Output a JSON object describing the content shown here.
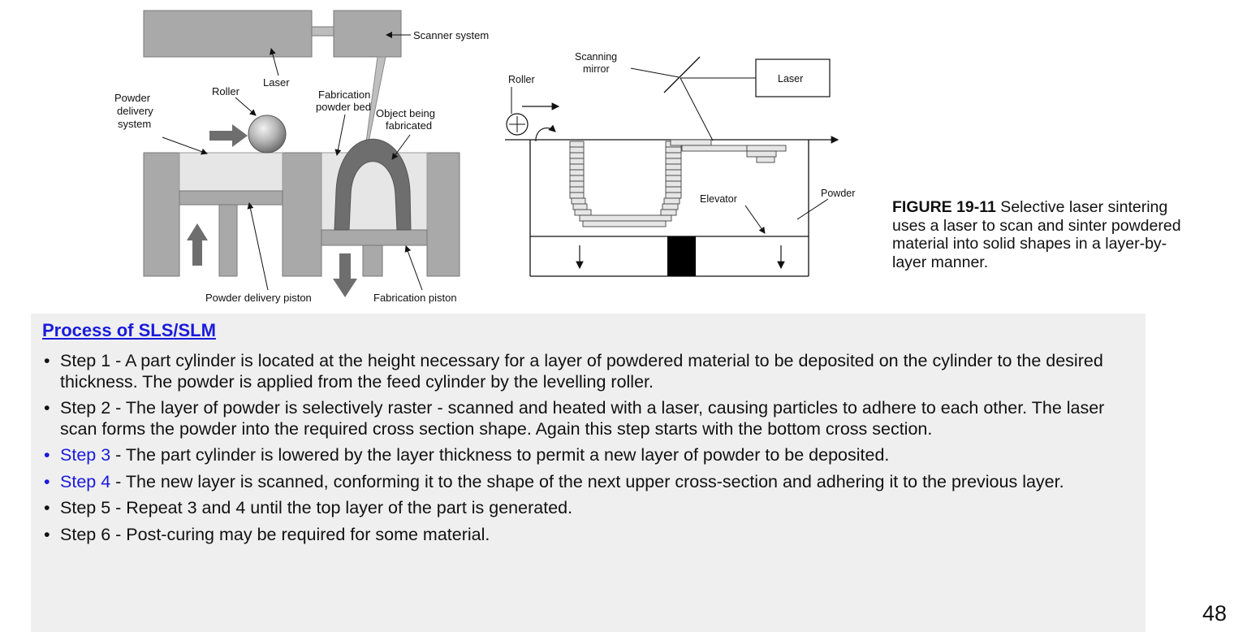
{
  "diagram_left": {
    "labels": {
      "scanner_system": "Scanner system",
      "laser": "Laser",
      "roller": "Roller",
      "powder_delivery_system": [
        "Powder",
        "delivery",
        "system"
      ],
      "fabrication_powder_bed": [
        "Fabrication",
        "powder bed"
      ],
      "object_being_fabricated": [
        "Object being",
        "fabricated"
      ],
      "powder_delivery_piston": "Powder delivery piston",
      "fabrication_piston": "Fabrication piston"
    }
  },
  "diagram_right": {
    "labels": {
      "scanning_mirror": [
        "Scanning",
        "mirror"
      ],
      "roller": "Roller",
      "laser": "Laser",
      "elevator": "Elevator",
      "powder": "Powder"
    }
  },
  "caption": {
    "figure_id": "FIGURE 19-11",
    "text": " Selective laser sintering uses a laser to scan and sinter powdered material into solid shapes in a layer-by-layer manner."
  },
  "process": {
    "title": "Process of SLS/SLM",
    "bullet": "•",
    "steps": [
      {
        "link": "",
        "text": "Step 1 - A part cylinder is located at the height necessary for a layer of powdered material to be deposited on the cylinder to the desired thickness. The powder is applied from the feed cylinder by the levelling roller."
      },
      {
        "link": "",
        "text": "Step 2 - The layer of powder is selectively raster - scanned and heated with a laser, causing particles to adhere to each other. The laser scan forms the powder into the required cross section shape. Again this step starts with the bottom cross section."
      },
      {
        "link": "Step 3",
        "text": " - The part cylinder is lowered by the layer thickness to permit a new layer of powder to be deposited."
      },
      {
        "link": "Step 4",
        "text": " - The new layer is scanned, conforming it to the shape of the next upper cross-section and adhering it to the previous layer."
      },
      {
        "link": "",
        "text": "Step 5 - Repeat 3 and 4 until the top layer of the part is generated."
      },
      {
        "link": "",
        "text": "Step 6 - Post-curing may be required for some material."
      }
    ]
  },
  "page_number": "48",
  "colors": {
    "accent_blue": "#1a1adc",
    "panel_bg": "#efefef",
    "machine_gray": "#a9a9a9",
    "object_gray": "#6e6e6e",
    "powder_light": "#e6e6e6"
  }
}
